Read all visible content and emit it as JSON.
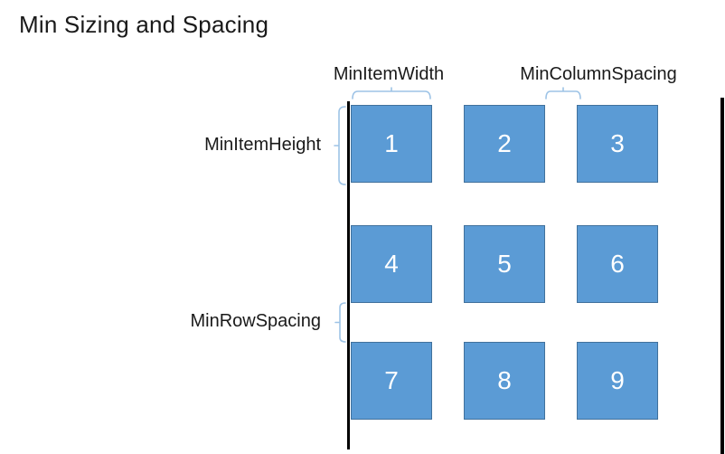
{
  "title": "Min Sizing and Spacing",
  "annotations": {
    "min_item_width": "MinItemWidth",
    "min_column_spacing": "MinColumnSpacing",
    "min_item_height": "MinItemHeight",
    "min_row_spacing": "MinRowSpacing"
  },
  "grid": {
    "rows": 3,
    "columns": 3,
    "items": [
      {
        "label": "1"
      },
      {
        "label": "2"
      },
      {
        "label": "3"
      },
      {
        "label": "4"
      },
      {
        "label": "5"
      },
      {
        "label": "6"
      },
      {
        "label": "7"
      },
      {
        "label": "8"
      },
      {
        "label": "9"
      }
    ]
  },
  "colors": {
    "item_fill": "#5B9BD5",
    "item_border": "#41719C",
    "item_text": "#FFFFFF",
    "brace": "#9DC3E6",
    "boundary_line": "#000000",
    "text": "#1A1A1A",
    "background": "#FFFFFF"
  }
}
